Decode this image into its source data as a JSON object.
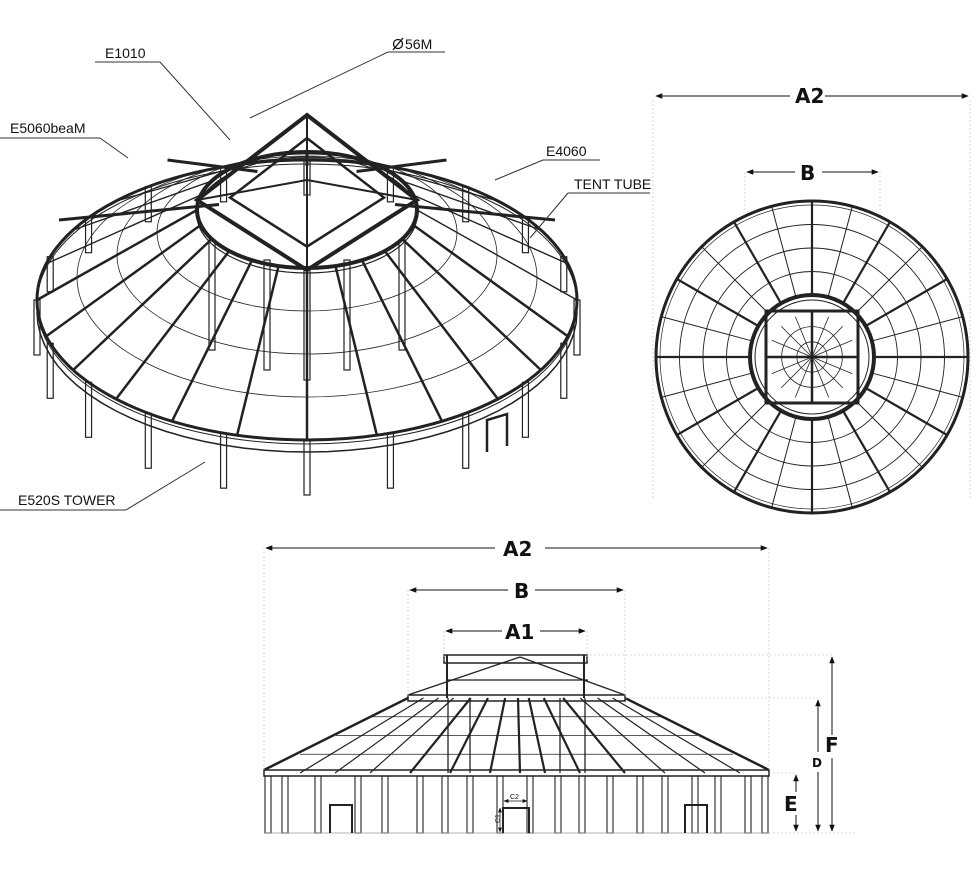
{
  "labels": {
    "e1010": "E1010",
    "d56m": "56M",
    "e5060": "E5060beaM",
    "e4060": "E4060",
    "tent_tube": "TENT TUBE",
    "tower": "E520S TOWER"
  },
  "dimensions": {
    "a2": "A2",
    "b": "B",
    "a1": "A1",
    "f": "F",
    "d": "D",
    "e": "E",
    "c1": "C1",
    "c2": "C2"
  },
  "colors": {
    "line": "#222222",
    "guide": "#aaaaaa",
    "background": "#ffffff"
  }
}
